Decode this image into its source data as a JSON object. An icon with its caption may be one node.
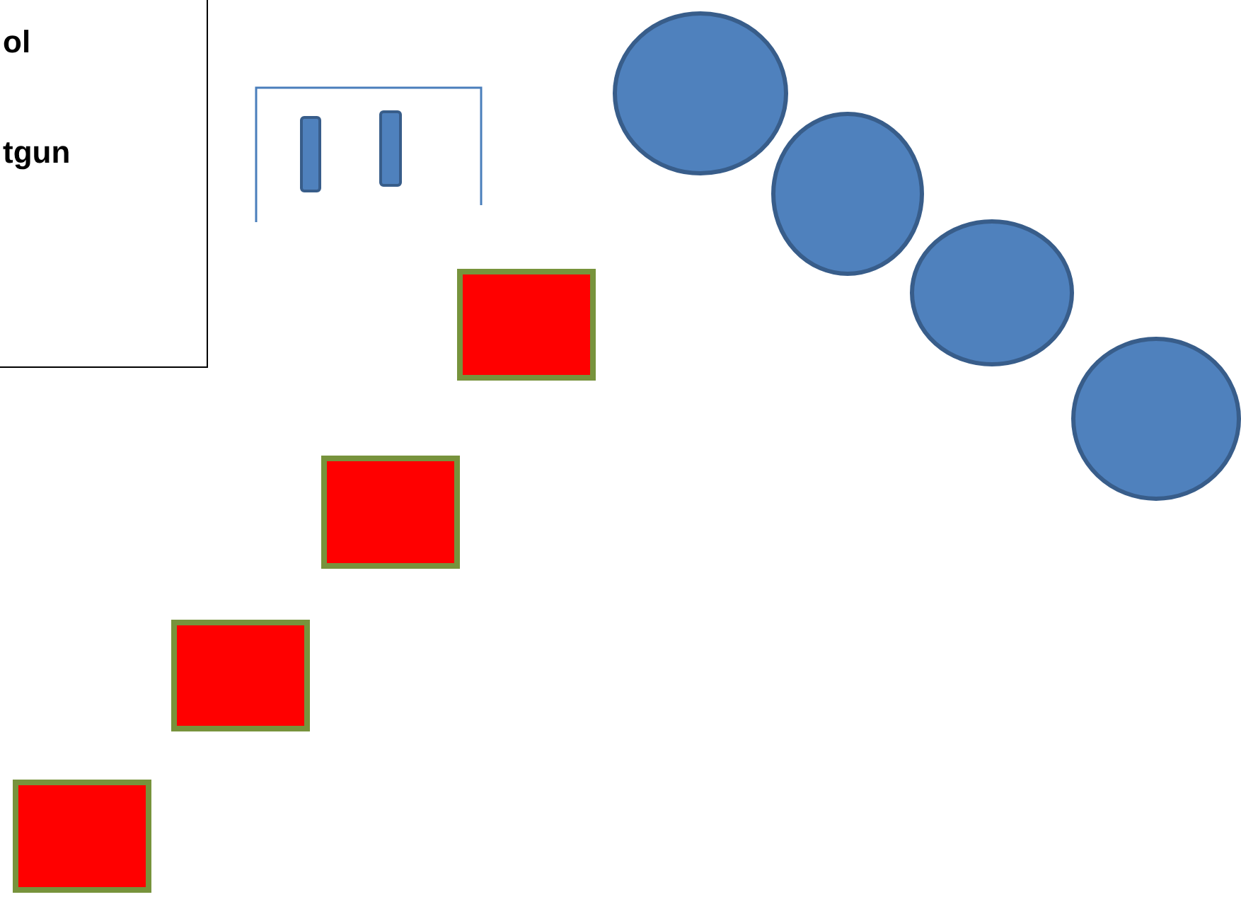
{
  "diagram": {
    "nodes": [
      {
        "text": [
          "ol",
          "tgun"
        ]
      },
      {
        "text": [],
        "shape": "bar"
      },
      {
        "text": [],
        "shape": "bar"
      },
      {
        "text": [],
        "shape": "circle"
      },
      {
        "text": [],
        "shape": "circle"
      },
      {
        "text": [],
        "shape": "circle"
      },
      {
        "text": [],
        "shape": "circle"
      },
      {
        "text": [],
        "shape": "box"
      },
      {
        "text": [],
        "shape": "box"
      },
      {
        "text": [],
        "shape": "box"
      },
      {
        "text": [],
        "shape": "box"
      }
    ]
  }
}
